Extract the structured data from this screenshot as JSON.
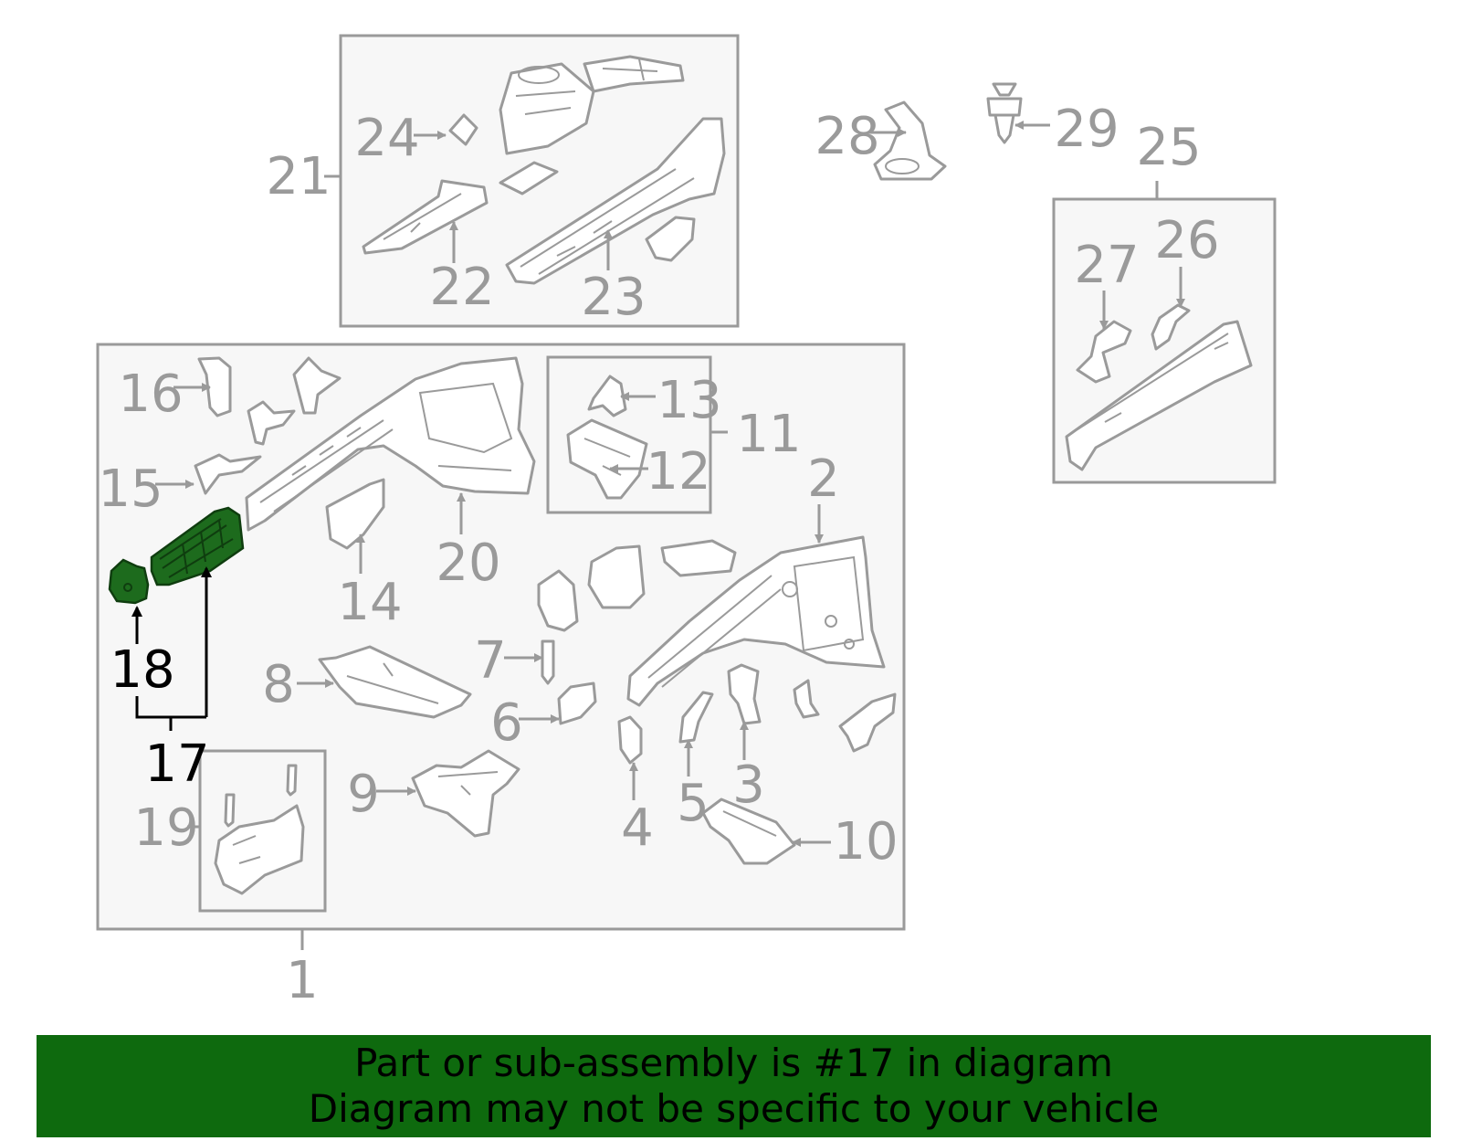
{
  "callouts": {
    "c1": "1",
    "c2": "2",
    "c3": "3",
    "c4": "4",
    "c5": "5",
    "c6": "6",
    "c7": "7",
    "c8": "8",
    "c9": "9",
    "c10": "10",
    "c11": "11",
    "c12": "12",
    "c13": "13",
    "c14": "14",
    "c15": "15",
    "c16": "16",
    "c17": "17",
    "c18": "18",
    "c19": "19",
    "c20": "20",
    "c21": "21",
    "c22": "22",
    "c23": "23",
    "c24": "24",
    "c25": "25",
    "c26": "26",
    "c27": "27",
    "c28": "28",
    "c29": "29"
  },
  "highlighted_callout": "17",
  "colors": {
    "banner_bg": "#0e6a0e",
    "highlight_fill": "#1d6b1d",
    "line_gray": "#9a9a9a",
    "panel_bg": "#f7f7f7"
  },
  "banner": {
    "line1": "Part or sub-assembly is #17 in diagram",
    "line2": "Diagram may not be specific to your vehicle"
  }
}
